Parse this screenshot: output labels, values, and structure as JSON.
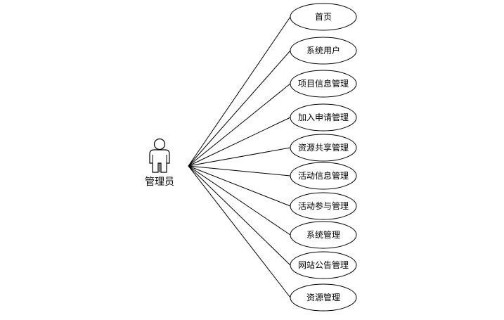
{
  "actor": {
    "label": "管理员"
  },
  "use_cases": [
    {
      "label": "首页"
    },
    {
      "label": "系统用户"
    },
    {
      "label": "项目信息管理"
    },
    {
      "label": "加入申请管理"
    },
    {
      "label": "资源共享管理"
    },
    {
      "label": "活动信息管理"
    },
    {
      "label": "活动参与管理"
    },
    {
      "label": "系统管理"
    },
    {
      "label": "网站公告管理"
    },
    {
      "label": "资源管理"
    }
  ]
}
